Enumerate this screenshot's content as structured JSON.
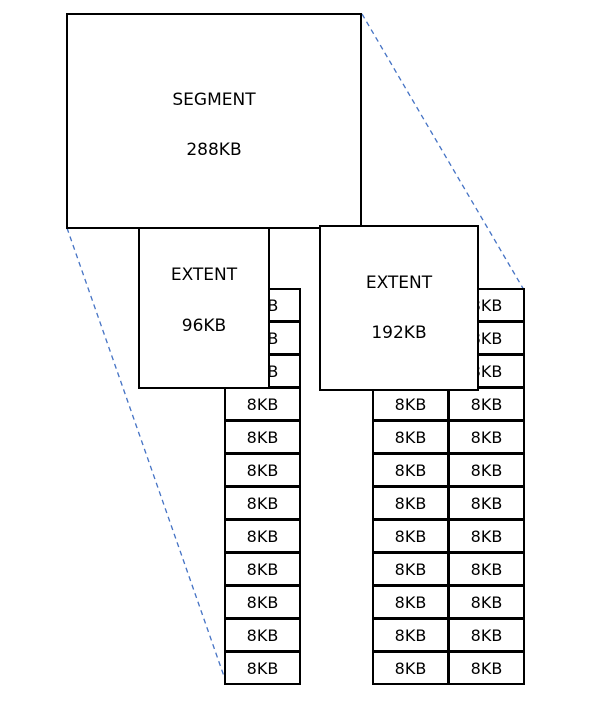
{
  "segment": {
    "label": "SEGMENT",
    "size": "288KB"
  },
  "extent_small": {
    "label": "EXTENT",
    "size": "96KB"
  },
  "extent_large": {
    "label": "EXTENT",
    "size": "192KB"
  },
  "block_label": "8KB",
  "colors": {
    "outline": "#000000",
    "dashed_connector": "#4472c4",
    "background": "#ffffff"
  }
}
